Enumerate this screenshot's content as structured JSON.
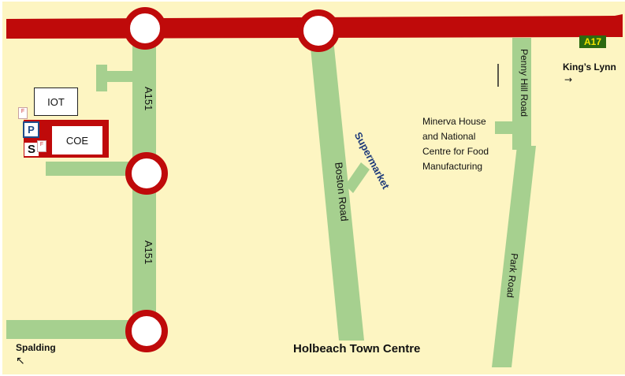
{
  "colors": {
    "land": "#fdf5c2",
    "major_road": "#bf0a0a",
    "minor_road": "#a6d08f",
    "roundabout_fill": "#ffffff",
    "a17_badge_bg": "#2b6a10",
    "a17_badge_text": "#f5e400",
    "parking_blue": "#1f4e8c",
    "supermarket_blue": "#1f3b7a"
  },
  "roads": {
    "a151_north": "A151",
    "a151_south": "A151",
    "boston_road": "Boston Road",
    "penny_hill_road": "Penny Hill Road",
    "park_road": "Park Road",
    "a17": "A17"
  },
  "places": {
    "kings_lynn": "King’s Lynn",
    "spalding": "Spalding",
    "holbeach": "Holbeach Town Centre",
    "supermarket": "Supermarket",
    "minerva": [
      "Minerva House",
      "and National",
      "Centre for Food",
      "Manufacturing"
    ]
  },
  "buildings": {
    "iot": "IOT",
    "coe": "COE",
    "parking": "P",
    "s_marker": "S",
    "f_marker": "F"
  },
  "arrows": {
    "kings_lynn": "→",
    "spalding": "↖"
  }
}
